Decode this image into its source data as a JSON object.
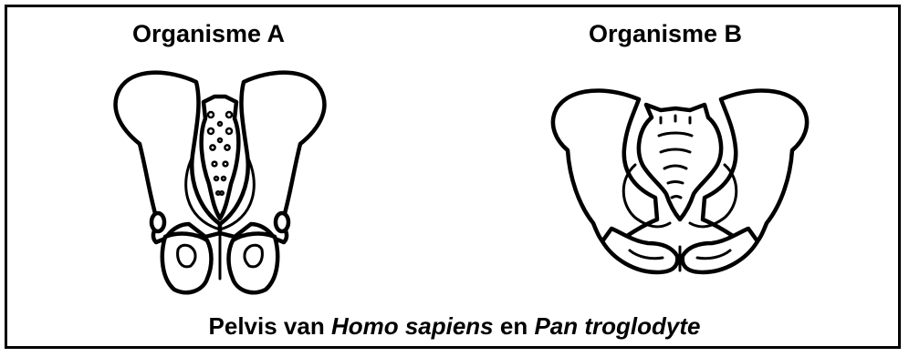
{
  "organism_a": {
    "label": "Organisme A"
  },
  "organism_b": {
    "label": "Organisme B"
  },
  "caption": {
    "part1": "Pelvis van ",
    "part2": "Homo sapiens",
    "part3": " en ",
    "part4": "Pan troglodyte"
  },
  "colors": {
    "line": "#000000",
    "background": "#ffffff"
  }
}
